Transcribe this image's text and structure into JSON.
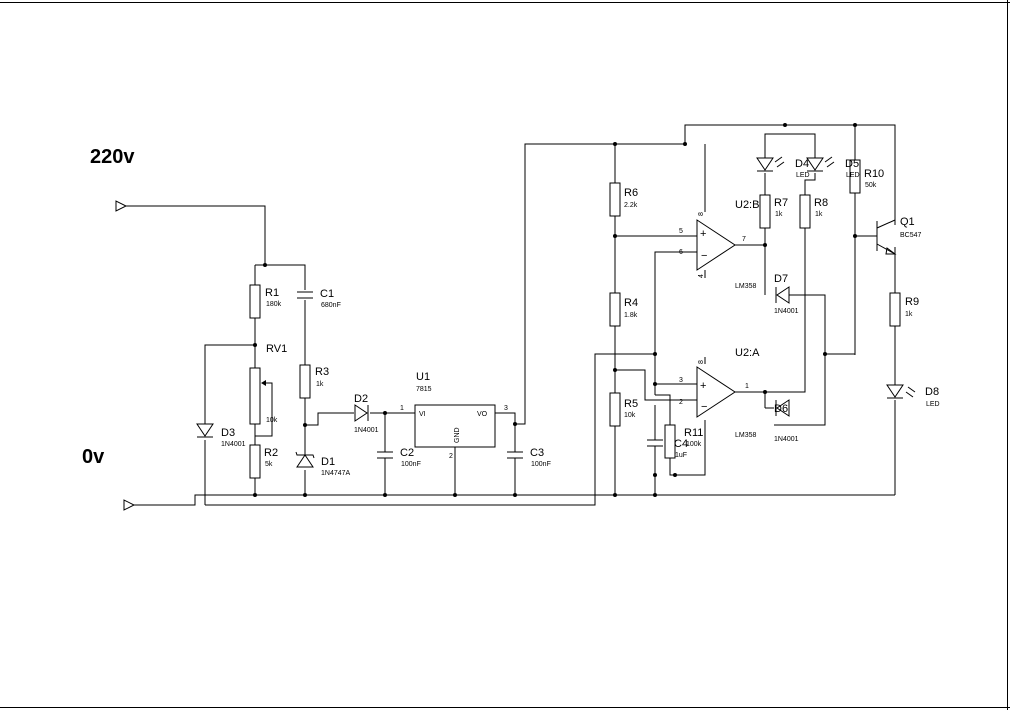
{
  "supply": {
    "label_high": "220v",
    "label_low": "0v"
  },
  "components": {
    "R1": {
      "ref": "R1",
      "value": "180k"
    },
    "RV1": {
      "ref": "RV1",
      "value": "10k"
    },
    "R2": {
      "ref": "R2",
      "value": "5k"
    },
    "D3": {
      "ref": "D3",
      "value": "1N4001"
    },
    "C1": {
      "ref": "C1",
      "value": "680nF"
    },
    "R3": {
      "ref": "R3",
      "value": "1k"
    },
    "D1": {
      "ref": "D1",
      "value": "1N4747A"
    },
    "D2": {
      "ref": "D2",
      "value": "1N4001"
    },
    "C2": {
      "ref": "C2",
      "value": "100nF"
    },
    "U1": {
      "ref": "U1",
      "value": "7815",
      "pin_vi": "VI",
      "pin_vo": "VO",
      "pin_gnd": "GND",
      "pin1": "1",
      "pin2": "2",
      "pin3": "3"
    },
    "C3": {
      "ref": "C3",
      "value": "100nF"
    },
    "R6": {
      "ref": "R6",
      "value": "2.2k"
    },
    "R4": {
      "ref": "R4",
      "value": "1.8k"
    },
    "R5": {
      "ref": "R5",
      "value": "10k"
    },
    "C4": {
      "ref": "C4",
      "value": "1uF"
    },
    "R11": {
      "ref": "R11",
      "value": "100k"
    },
    "U2B": {
      "ref": "U2:B",
      "value": "LM358",
      "pin_plus": "5",
      "pin_minus": "6",
      "pin_out": "7",
      "pin_vcc": "8",
      "pin_gnd": "4"
    },
    "U2A": {
      "ref": "U2:A",
      "value": "LM358",
      "pin_plus": "3",
      "pin_minus": "2",
      "pin_out": "1",
      "pin_vcc": "8"
    },
    "D4": {
      "ref": "D4",
      "value": "LED"
    },
    "D5": {
      "ref": "D5",
      "value": "LED"
    },
    "R7": {
      "ref": "R7",
      "value": "1k"
    },
    "R8": {
      "ref": "R8",
      "value": "1k"
    },
    "R10": {
      "ref": "R10",
      "value": "50k"
    },
    "D7": {
      "ref": "D7",
      "value": "1N4001"
    },
    "D6": {
      "ref": "D6",
      "value": "1N4001"
    },
    "Q1": {
      "ref": "Q1",
      "value": "BC547"
    },
    "R9": {
      "ref": "R9",
      "value": "1k"
    },
    "D8": {
      "ref": "D8",
      "value": "LED"
    }
  },
  "symbols": {
    "plus": "+",
    "minus": "−"
  }
}
